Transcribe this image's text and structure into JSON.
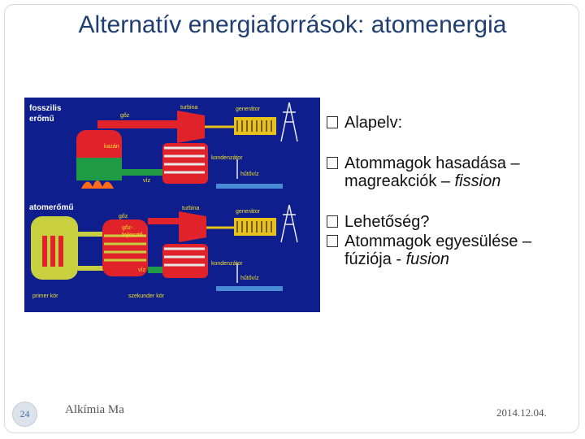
{
  "slide": {
    "title": "Alternatív energiaforrások: atomenergia",
    "page_number": "24",
    "footer_left": "Alkímia Ma",
    "footer_right": "2014.12.04."
  },
  "bullets": [
    {
      "text": "Alapelv:"
    },
    {
      "text": "Atommagok hasadása – magreakciók – ",
      "italic": "fission"
    },
    {
      "text": "Lehetőség?"
    },
    {
      "text": "Atommagok egyesülése – fúziója - ",
      "italic": "fusion"
    }
  ],
  "diagram": {
    "top_title_1": "fosszilis",
    "top_title_2": "erőmű",
    "bottom_title": "atomerőmű",
    "labels": {
      "goz": "gőz",
      "turbina": "turbina",
      "generator": "generátor",
      "kazan": "kazán",
      "kondenzator": "kondenzátor",
      "hutoviz": "hűtővíz",
      "viz": "víz",
      "gozfejleszto_1": "gőz-",
      "gozfejleszto_2": "fejlesztő",
      "primer_kor": "primer kör",
      "szekunder_kor": "szekunder kör"
    },
    "colors": {
      "background": "#0e1e8c",
      "steam_red": "#e0232b",
      "water_green": "#1f9b45",
      "reactor_yellow": "#c8d040",
      "generator_yellow": "#e8c21a",
      "label_yellow": "#f0e030"
    }
  }
}
